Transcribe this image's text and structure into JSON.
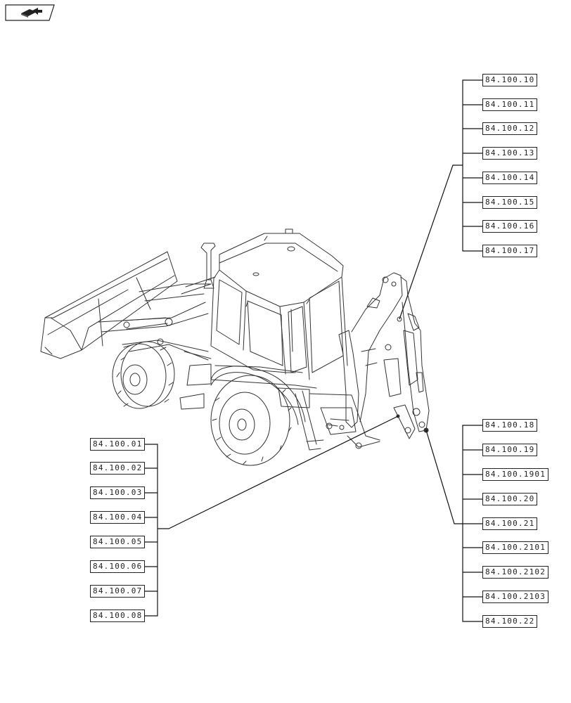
{
  "groups": {
    "upper_right": {
      "items": [
        "84.100.10",
        "84.100.11",
        "84.100.12",
        "84.100.13",
        "84.100.14",
        "84.100.15",
        "84.100.16",
        "84.100.17"
      ]
    },
    "lower_right": {
      "items": [
        "84.100.18",
        "84.100.19",
        "84.100.1901",
        "84.100.20",
        "84.100.21",
        "84.100.2101",
        "84.100.2102",
        "84.100.2103",
        "84.100.22"
      ]
    },
    "left": {
      "items": [
        "84.100.01",
        "84.100.02",
        "84.100.03",
        "84.100.04",
        "84.100.05",
        "84.100.06",
        "84.100.07",
        "84.100.08"
      ]
    }
  },
  "icons": {
    "logo": "book-arrow-icon"
  },
  "colors": {
    "line": "#222222",
    "background": "#ffffff"
  }
}
